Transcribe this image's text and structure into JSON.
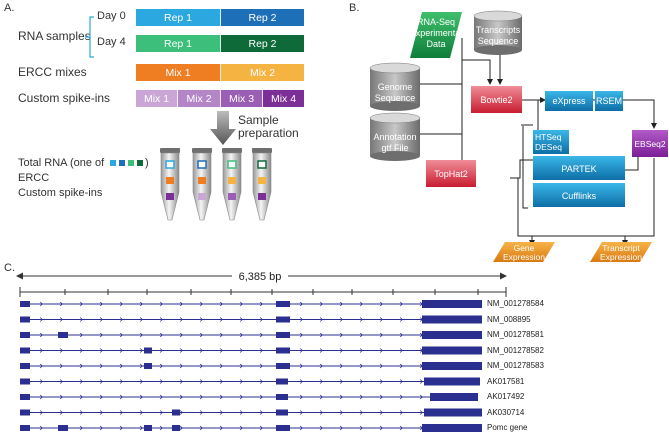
{
  "panel_a": {
    "letter": "A.",
    "rna_samples_label": "RNA samples",
    "day0_label": "Day 0",
    "day4_label": "Day 4",
    "ercc_label": "ERCC mixes",
    "custom_label": "Custom spike-ins",
    "day0_reps": [
      "Rep 1",
      "Rep 2"
    ],
    "day4_reps": [
      "Rep 1",
      "Rep 2"
    ],
    "ercc_mixes": [
      "Mix 1",
      "Mix 2"
    ],
    "custom_mixes": [
      "Mix 1",
      "Mix 2",
      "Mix 3",
      "Mix 4"
    ],
    "prep_label_line1": "Sample",
    "prep_label_line2": "preparation",
    "total_rna_label": "Total RNA (one of",
    "total_rna_close": ")",
    "ercc_tube_label": "ERCC",
    "custom_tube_label": "Custom spike-ins",
    "colors": {
      "day0_rep1": "#2aa8df",
      "day0_rep2": "#1d6fb8",
      "day4_rep1": "#3bbf7a",
      "day4_rep2": "#0f6a3a",
      "ercc_mix1": "#ef7d22",
      "ercc_mix2": "#f5b342",
      "custom_mix1": "#c9a6d6",
      "custom_mix2": "#b486c8",
      "custom_mix3": "#9a5fb4",
      "custom_mix4": "#7c2f97"
    }
  },
  "panel_b": {
    "letter": "B.",
    "rnaseq_data": [
      "RNA-Seq",
      "Experimental",
      "Data"
    ],
    "transcripts_seq": [
      "Transcripts",
      "Sequence"
    ],
    "genome_seq": [
      "Genome",
      "Sequence"
    ],
    "annotation": [
      "Annotation",
      "gtf File"
    ],
    "bowtie2": "Bowtie2",
    "tophat2": "TopHat2",
    "express": "eXpress",
    "rsem": "RSEM",
    "htseq": [
      "HTSeq",
      "DESeq"
    ],
    "partek": "PARTEK",
    "cufflinks": "Cufflinks",
    "ebseq2": "EBSeq2",
    "gene_expr": [
      "Gene",
      "Expression"
    ],
    "transcript_expr": [
      "Transcript",
      "Expression"
    ]
  },
  "panel_c": {
    "letter": "C.",
    "scale_label": "6,385 bp",
    "transcripts": [
      {
        "name": "NM_001278584"
      },
      {
        "name": "NM_008895"
      },
      {
        "name": "NM_001278581"
      },
      {
        "name": "NM_001278582"
      },
      {
        "name": "NM_001278583"
      },
      {
        "name": "AK017581"
      },
      {
        "name": "AK017492"
      },
      {
        "name": "AK030714"
      },
      {
        "name": "Pomc gene"
      }
    ]
  }
}
